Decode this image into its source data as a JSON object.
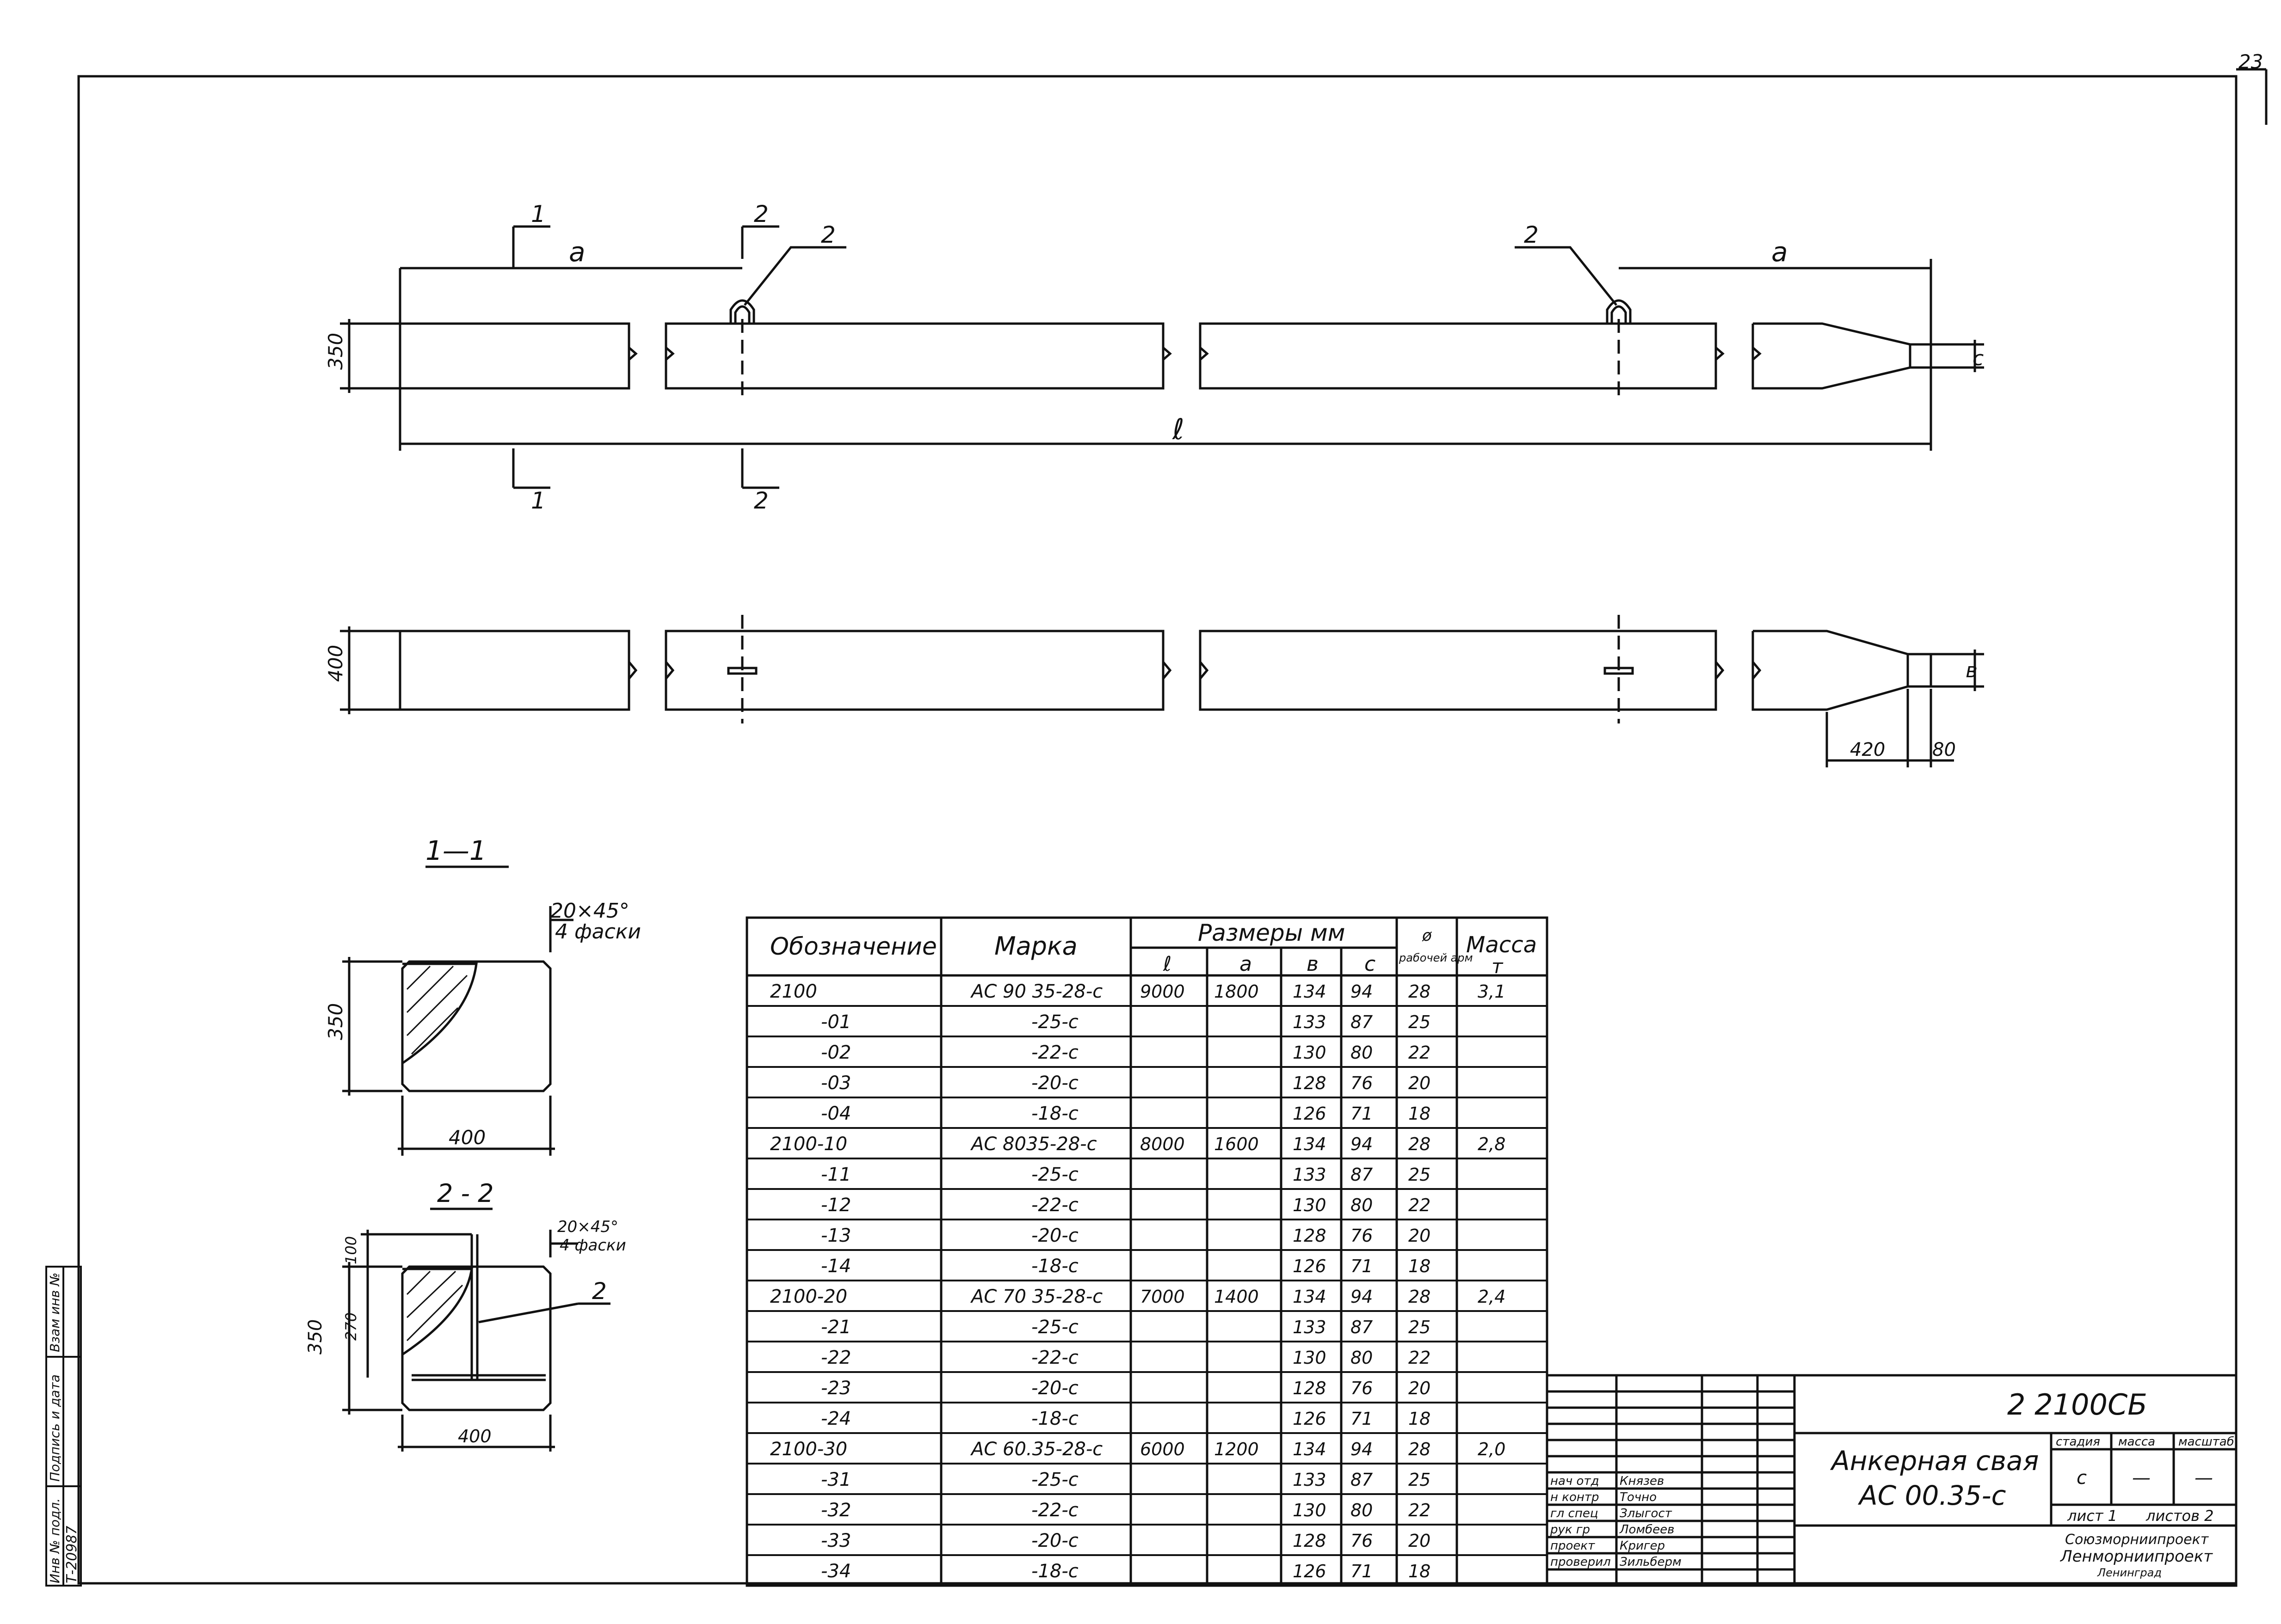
{
  "sheet_corner": "23",
  "plan": {
    "dim_a_left": "a",
    "dim_a_right": "a",
    "dim_l": "ℓ",
    "dim_height_side": "350",
    "dim_height_top": "400",
    "section_mark_1": "1",
    "section_mark_2": "2",
    "callout_2": "2",
    "tip_c": "c",
    "tip_b": "в",
    "dim_420": "420",
    "dim_80": "80"
  },
  "section_1_1": {
    "title": "1—1",
    "chamfer_size": "20×45°",
    "chamfer_count": "4 фаски",
    "dim_height": "350",
    "dim_width": "400"
  },
  "section_2_2": {
    "title": "2 - 2",
    "chamfer_size": "20×45°",
    "chamfer_count": "4 фаски",
    "dim_height": "350",
    "dim_top": "100",
    "dim_inner": "270",
    "dim_width": "400",
    "callout": "2"
  },
  "table": {
    "headers": {
      "designation": "Обозначение",
      "mark": "Марка",
      "dims": "Размеры мм",
      "l": "ℓ",
      "a": "a",
      "b": "в",
      "c": "c",
      "d_top": "ø",
      "d_bottom": "рабочей арм",
      "mass": "Масса",
      "mass_unit": "т"
    },
    "rows": [
      [
        "2100",
        "АС 90 35-28-с",
        "9000",
        "1800",
        "134",
        "94",
        "28",
        "3,1"
      ],
      [
        "-01",
        "-25-с",
        "",
        "",
        "133",
        "87",
        "25",
        ""
      ],
      [
        "-02",
        "-22-с",
        "",
        "",
        "130",
        "80",
        "22",
        ""
      ],
      [
        "-03",
        "-20-с",
        "",
        "",
        "128",
        "76",
        "20",
        ""
      ],
      [
        "-04",
        "-18-с",
        "",
        "",
        "126",
        "71",
        "18",
        ""
      ],
      [
        "2100-10",
        "АС 8035-28-с",
        "8000",
        "1600",
        "134",
        "94",
        "28",
        "2,8"
      ],
      [
        "-11",
        "-25-с",
        "",
        "",
        "133",
        "87",
        "25",
        ""
      ],
      [
        "-12",
        "-22-с",
        "",
        "",
        "130",
        "80",
        "22",
        ""
      ],
      [
        "-13",
        "-20-с",
        "",
        "",
        "128",
        "76",
        "20",
        ""
      ],
      [
        "-14",
        "-18-с",
        "",
        "",
        "126",
        "71",
        "18",
        ""
      ],
      [
        "2100-20",
        "АС 70 35-28-с",
        "7000",
        "1400",
        "134",
        "94",
        "28",
        "2,4"
      ],
      [
        "-21",
        "-25-с",
        "",
        "",
        "133",
        "87",
        "25",
        ""
      ],
      [
        "-22",
        "-22-с",
        "",
        "",
        "130",
        "80",
        "22",
        ""
      ],
      [
        "-23",
        "-20-с",
        "",
        "",
        "128",
        "76",
        "20",
        ""
      ],
      [
        "-24",
        "-18-с",
        "",
        "",
        "126",
        "71",
        "18",
        ""
      ],
      [
        "2100-30",
        "АС 60.35-28-с",
        "6000",
        "1200",
        "134",
        "94",
        "28",
        "2,0"
      ],
      [
        "-31",
        "-25-с",
        "",
        "",
        "133",
        "87",
        "25",
        ""
      ],
      [
        "-32",
        "-22-с",
        "",
        "",
        "130",
        "80",
        "22",
        ""
      ],
      [
        "-33",
        "-20-с",
        "",
        "",
        "128",
        "76",
        "20",
        ""
      ],
      [
        "-34",
        "-18-с",
        "",
        "",
        "126",
        "71",
        "18",
        ""
      ]
    ]
  },
  "title_block": {
    "code": "2 2100СБ",
    "title_line1": "Анкерная свая",
    "title_line2": "АС 00.35-с",
    "col_stage": "стадия",
    "col_mass": "масса",
    "col_scale": "масштаб",
    "stage_value": "с",
    "mass_value": "—",
    "scale_value": "—",
    "sheet": "лист 1",
    "sheets": "листов 2",
    "org1": "Союзморниипроект",
    "org2": "Ленморниипроект",
    "city": "Ленинград",
    "roles": [
      {
        "role": "нач отд",
        "name": "Князев"
      },
      {
        "role": "н контр",
        "name": "Точно"
      },
      {
        "role": "гл спец",
        "name": "Злыгост"
      },
      {
        "role": "рук гр",
        "name": "Ломбеев"
      },
      {
        "role": "проект",
        "name": "Кригер"
      },
      {
        "role": "проверил",
        "name": "Зильберм"
      }
    ]
  },
  "side_stamp": {
    "inv_label": "Инв № подл.",
    "inv_number": "Т-20987",
    "sign_label": "Подпись и дата",
    "replace_label": "Взам инв №"
  }
}
